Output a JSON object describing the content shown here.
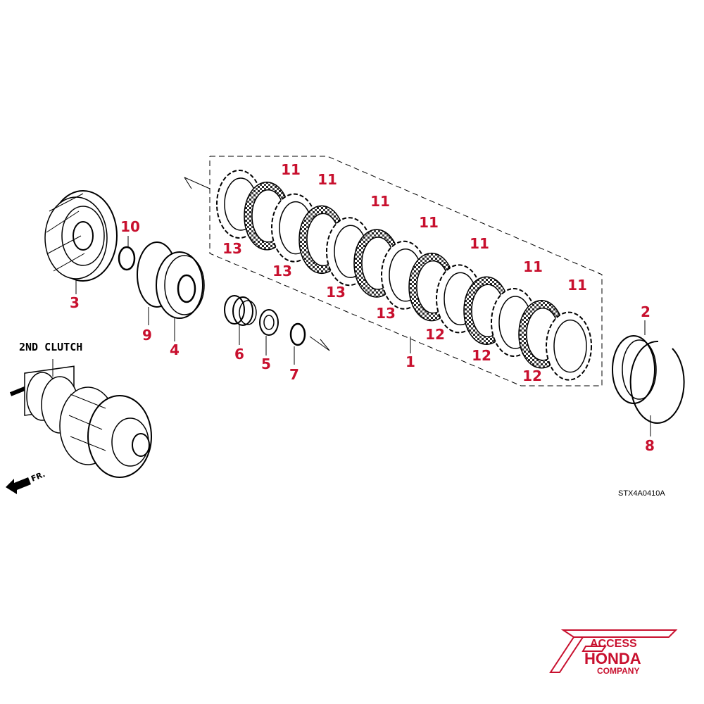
{
  "diagram": {
    "title": "2ND CLUTCH",
    "drawing_code": "STX4A0410A",
    "front_indicator": "FR.",
    "callouts": {
      "c1": "1",
      "c2": "2",
      "c3": "3",
      "c4": "4",
      "c5": "5",
      "c6": "6",
      "c7": "7",
      "c8": "8",
      "c9": "9",
      "c10": "10",
      "c11": "11",
      "c12": "12",
      "c13": "13"
    }
  },
  "brand": {
    "line1": "ACCESS",
    "line2": "HONDA",
    "line3": "COMPANY",
    "color": "#c8102e"
  },
  "colors": {
    "callout": "#c8102e",
    "line": "#000000"
  }
}
